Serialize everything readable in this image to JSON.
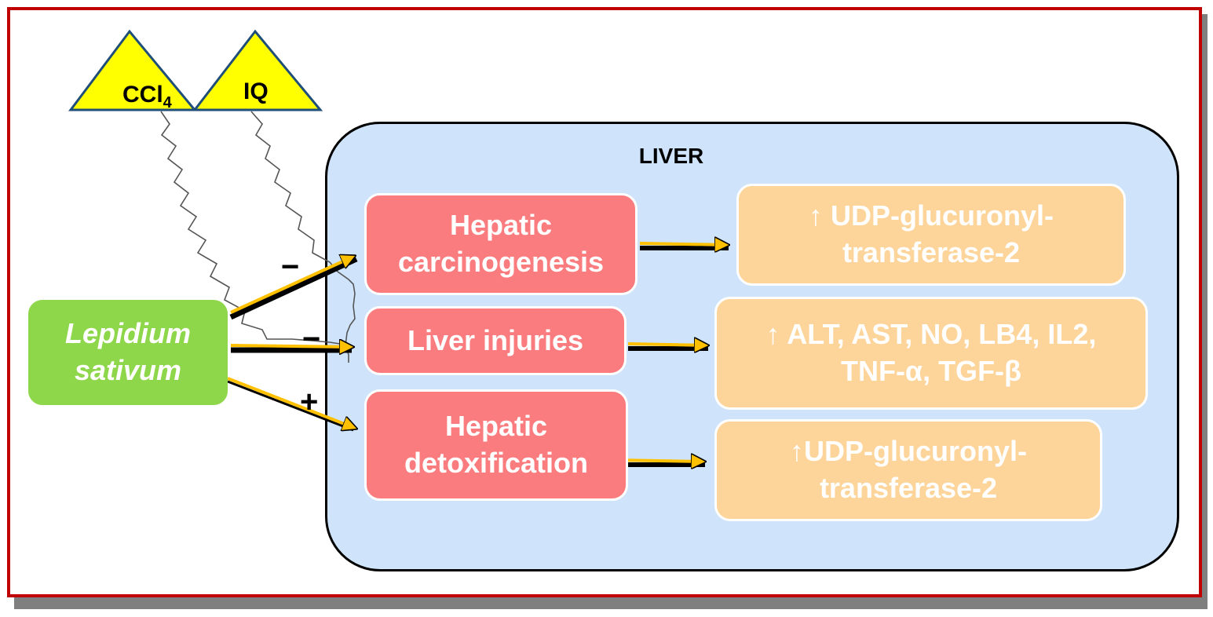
{
  "title": "LIVER",
  "inputs": {
    "plant": [
      "Lepidium",
      "sativum"
    ],
    "toxin_1": {
      "main": "CCl",
      "subscript": "4"
    },
    "toxin_2": "IQ"
  },
  "effects": {
    "carcinogenesis": [
      "Hepatic",
      "carcinogenesis"
    ],
    "injuries": [
      "Liver injuries"
    ],
    "detoxification": [
      "Hepatic",
      "detoxification"
    ]
  },
  "markers": {
    "udp_1": [
      "↑ UDP-glucuronyl-",
      "transferase-2"
    ],
    "alt": [
      "↑ ALT, AST, NO, LB4, IL2,",
      "TNF-α, TGF-β"
    ],
    "udp_2": [
      "↑UDP-glucuronyl-",
      "transferase-2"
    ]
  },
  "signs": {
    "carcinogenesis": "−",
    "injuries": "−",
    "detoxification": "+"
  },
  "colors": {
    "frame": "#c00000",
    "liver": "#cfe4fb",
    "effect": "#fa7c7f",
    "marker": "#fdd49a",
    "plant": "#8ed64a",
    "toxin": "#ffff00",
    "arrow": "#ffc000"
  }
}
